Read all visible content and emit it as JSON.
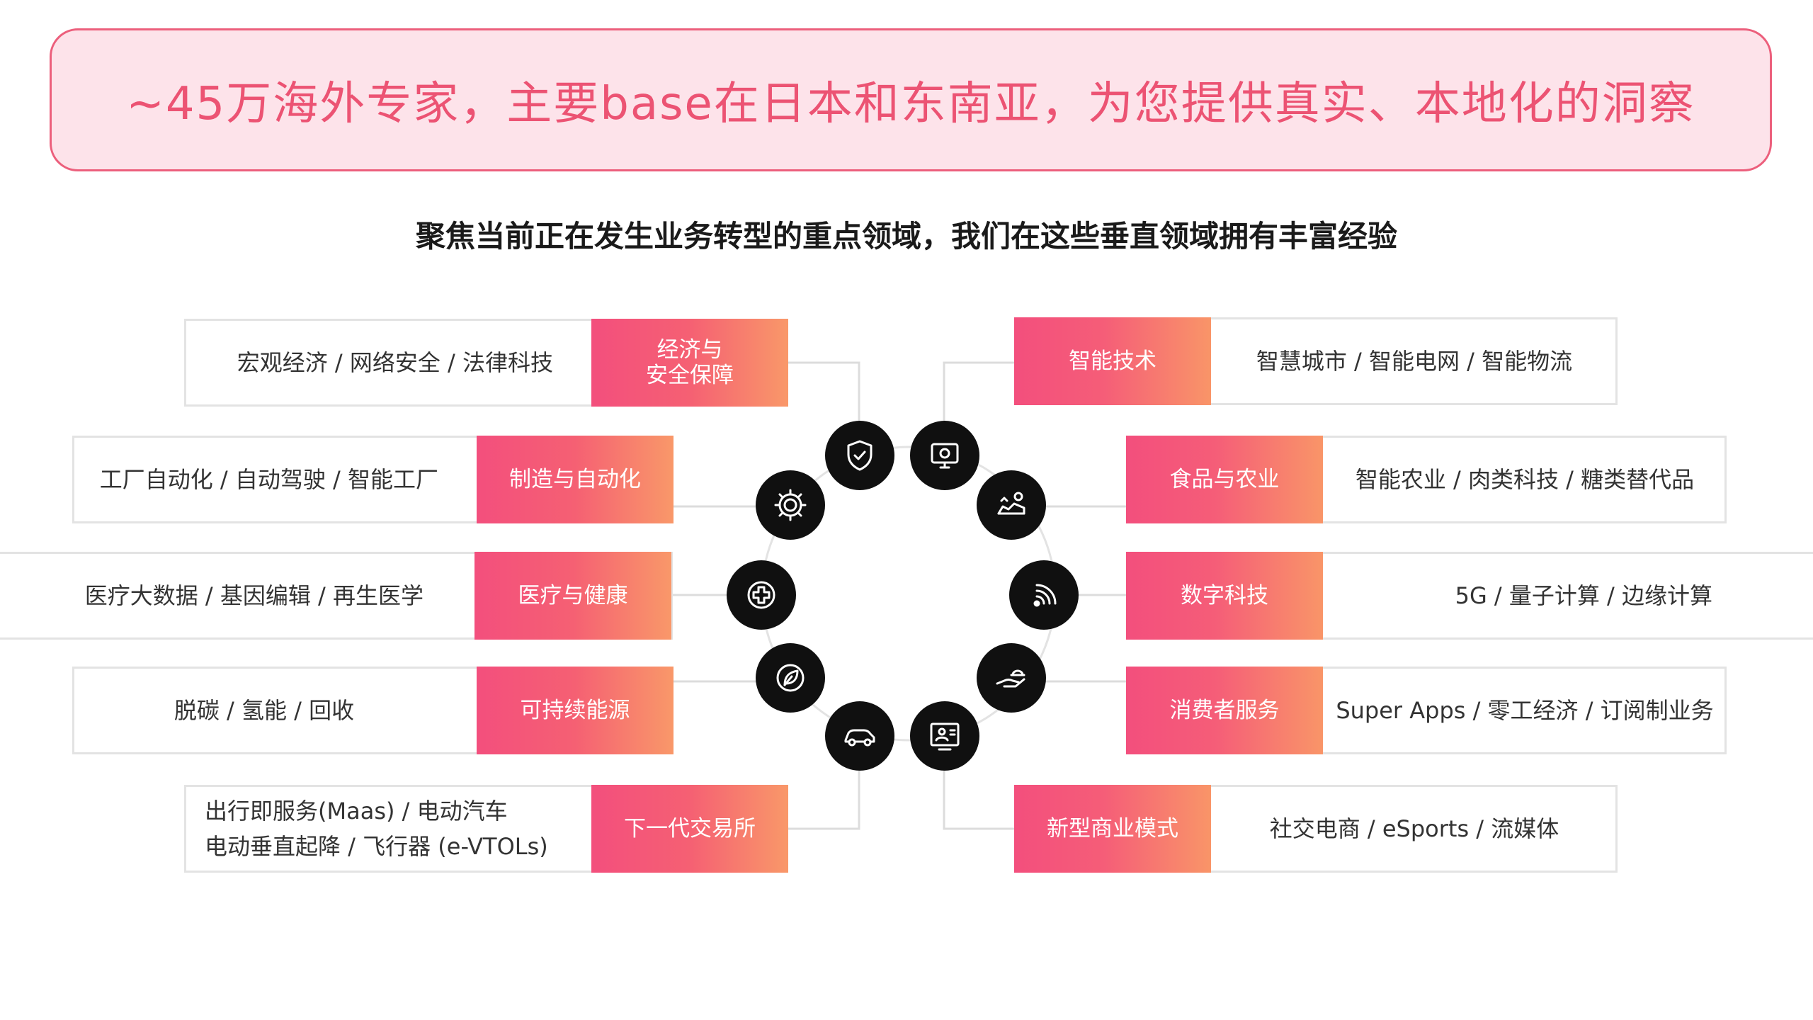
{
  "banner": {
    "text": "~45万海外专家，主要base在日本和东南亚，为您提供真实、本地化的洞察"
  },
  "subtitle": "聚焦当前正在发生业务转型的重点领域，我们在这些垂直领域拥有丰富经验",
  "left": [
    {
      "category_line1": "经济与",
      "category_line2": "安全保障",
      "desc_line1": "宏观经济 / 网络安全 / 法律科技",
      "desc_line2": "",
      "icon": "shield-check-icon"
    },
    {
      "category_line1": "制造与自动化",
      "category_line2": "",
      "desc_line1": "工厂自动化 / 自动驾驶 / 智能工厂",
      "desc_line2": "",
      "icon": "gear-icon"
    },
    {
      "category_line1": "医疗与健康",
      "category_line2": "",
      "desc_line1": "医疗大数据 / 基因编辑 / 再生医学",
      "desc_line2": "",
      "icon": "medical-cross-icon"
    },
    {
      "category_line1": "可持续能源",
      "category_line2": "",
      "desc_line1": "脱碳 / 氢能 / 回收",
      "desc_line2": "",
      "icon": "leaf-icon"
    },
    {
      "category_line1": "下一代交易所",
      "category_line2": "",
      "desc_line1": "出行即服务(Maas) / 电动汽车",
      "desc_line2": "电动垂直起降 / 飞行器 (e-VTOLs)",
      "icon": "car-icon"
    }
  ],
  "right": [
    {
      "category": "智能技术",
      "desc": "智慧城市 / 智能电网 / 智能物流",
      "icon": "monitor-icon"
    },
    {
      "category": "食品与农业",
      "desc": "智能农业 / 肉类科技 / 糖类替代品",
      "icon": "field-icon"
    },
    {
      "category": "数字科技",
      "desc": "5G / 量子计算 / 边缘计算",
      "icon": "signal-icon"
    },
    {
      "category": "消费者服务",
      "desc": "Super Apps / 零工经济 / 订阅制业务",
      "icon": "hand-service-icon"
    },
    {
      "category": "新型商业模式",
      "desc": "社交电商 / eSports / 流媒体",
      "icon": "screen-profile-icon"
    }
  ]
}
